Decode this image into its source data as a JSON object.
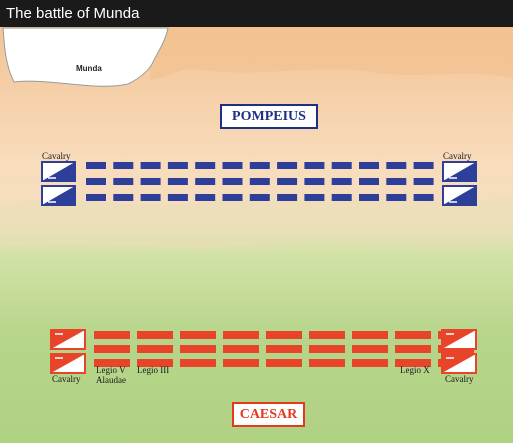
{
  "title": "The battle of Munda",
  "town": {
    "name": "Munda"
  },
  "armies": {
    "pompeius": {
      "name": "POMPEIUS",
      "color": "#2e3f9a"
    },
    "caesar": {
      "name": "CAESAR",
      "color": "#e8442a"
    }
  },
  "units": {
    "pompeius_cavalry_left": "Cavalry",
    "pompeius_cavalry_right": "Cavalry",
    "caesar_cavalry_left": "Cavalry",
    "caesar_cavalry_right": "Cavalry",
    "legio_v": "Legio V",
    "alaudae": "Alaudae",
    "legio_iii": "Legio III",
    "legio_x": "Legio X"
  },
  "formation": {
    "pompeius_infantry_rows": 3,
    "pompeius_infantry_blocks_per_row": 13,
    "caesar_infantry_rows": 3,
    "caesar_infantry_blocks_per_row": 9
  },
  "terrain_colors": {
    "hills": "#f3c497",
    "plain": "#f8dcbc",
    "field": "#c6dc95",
    "field_dark": "#a9cd7c",
    "town": "#ffffff"
  }
}
